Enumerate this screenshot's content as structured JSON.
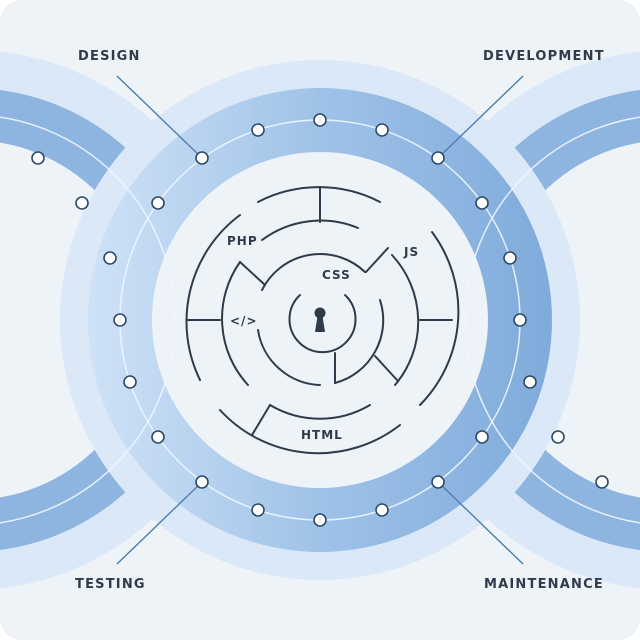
{
  "stages": {
    "design": "DESIGN",
    "development": "DEVELOPMENT",
    "testing": "TESTING",
    "maintenance": "MAINTENANCE"
  },
  "maze": {
    "php": "PHP",
    "css": "CSS",
    "js": "JS",
    "code": "</>",
    "html": "HTML"
  },
  "colors": {
    "background": "#eef3f8",
    "band_outer": "#dbe8f7",
    "band_inner": "#8db5e0",
    "band_light": "#bcd6f1",
    "line": "#2f3b4a",
    "node_stroke": "#2f4a66"
  }
}
